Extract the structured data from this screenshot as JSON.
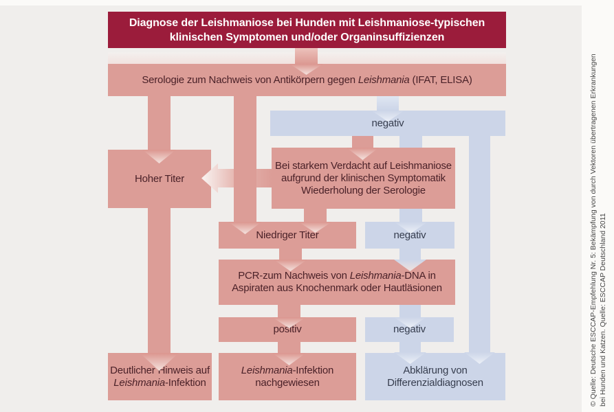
{
  "colors": {
    "background": "#f0eeec",
    "margin_strips": "#fbfaf8",
    "title_box": "#9b1c3b",
    "title_text": "#ffffff",
    "pink_box": "#dc9d97",
    "pink_text": "#4a2128",
    "blue_box": "#ccd5e8",
    "blue_text": "#363d4e",
    "caption_text": "#454545"
  },
  "flowchart": {
    "title": {
      "line1": "Diagnose der Leishmaniose bei Hunden mit Leishmaniose-typischen",
      "line2": "klinischen Symptomen und/oder Organinsuffizienzen"
    },
    "serology": {
      "pre": "Serologie zum Nachweis von Antikörpern gegen ",
      "italic": "Leishmania",
      "post": " (IFAT, ELISA)"
    },
    "negativ_top": {
      "label": "negativ"
    },
    "hoher_titer": {
      "label": "Hoher Titer"
    },
    "bei_starkem": {
      "line1": "Bei starkem Verdacht auf Leishmaniose",
      "line2": "aufgrund der klinischen Symptomatik",
      "line3": "Wiederholung der Serologie"
    },
    "niedriger_titer": {
      "label": "Niedriger Titer"
    },
    "negativ_mid": {
      "label": "negativ"
    },
    "pcr": {
      "line1_pre": "PCR-zum Nachweis von ",
      "line1_italic": "Leishmania",
      "line1_post": "-DNA in",
      "line2": "Aspiraten aus Knochenmark oder Hautläsionen"
    },
    "positiv": {
      "label": "positiv"
    },
    "negativ_bottom": {
      "label": "negativ"
    },
    "deutlicher_hinweis": {
      "line1": "Deutlicher Hinweis auf",
      "line2_italic": "Leishmania",
      "line2_post": "-Infektion"
    },
    "infektion_nachgewiesen": {
      "line1_italic": "Leishmania",
      "line1_post": "-Infektion",
      "line2": "nachgewiesen"
    },
    "abklaerung": {
      "line1": "Abklärung von",
      "line2": "Differenzialdiagnosen"
    }
  },
  "caption": {
    "line1": "© Quelle: Deutsche ESCCAP-Empfehlung Nr. 5: Bekämpfung von durch Vektoren übertragenen Erkrankungen",
    "line2": "bei Hunden und Katzen. Quelle: ESCCAP Deutschland 2011"
  }
}
